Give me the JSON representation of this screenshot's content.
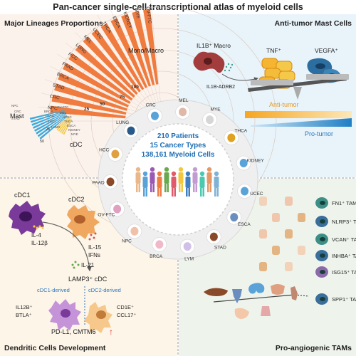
{
  "title": "Pan-cancer single-cell transcriptional atlas of myeloid cells",
  "quadrants": {
    "top_left": "Major Lineages Proportions",
    "top_right": "Anti-tumor Mast Cells",
    "bottom_left": "Dendritic Cells Development",
    "bottom_right": "Pro-angiogenic TAMs"
  },
  "center": {
    "patients": "210 Patients",
    "cancer_types": "15 Cancer Types",
    "cells": "138,161 Myeloid Cells"
  },
  "cancer_types": [
    "CRC",
    "MEL",
    "MYE",
    "THCA",
    "KIDNEY",
    "UCEC",
    "ESCA",
    "STAD",
    "LYM",
    "BRCA",
    "NPC",
    "OV-FTC",
    "PAAD",
    "HCC",
    "LUNG"
  ],
  "proportion_chart": {
    "radial_labels": [
      "OV-FTC",
      "MYE",
      "KIDNEY",
      "ESCA",
      "THCA",
      "UCEC",
      "MEL",
      "LUNG",
      "HCC",
      "PAAD",
      "BRCA",
      "STAD",
      "CRC",
      "NPC"
    ],
    "small_labels": [
      "NPC",
      "CRC",
      "STAD",
      "BRCA",
      "PAAD",
      "HCC",
      "LUNG",
      "MEL",
      "UCEC",
      "THCA",
      "ESCA",
      "KIDNEY",
      "MYE",
      "OV-FTC"
    ],
    "ticks": [
      "100",
      "75",
      "50",
      "25"
    ],
    "inner_ticks": [
      "25",
      "50"
    ],
    "lineages": [
      "Mono/Macro",
      "Mast",
      "cDC"
    ],
    "colors": {
      "mono_macro": "#f07b3f",
      "mast": "#f2c740",
      "cdc": "#3fa9dc"
    }
  },
  "mast": {
    "macro_label": "IL1B⁺ Macro",
    "axis_label": "IL1B-ADRB2",
    "tnf": "TNF⁺",
    "vegfa": "VEGFA⁺",
    "anti": "Anti-tumor",
    "pro": "Pro-tumor"
  },
  "dc": {
    "cdc1": "cDC1",
    "cdc2": "cDC2",
    "il4": "IL-4",
    "il12b": "IL-12β",
    "il15": "IL-15",
    "ifns": "IFNs",
    "il21": "IL-21",
    "lamp3": "LAMP3⁺ cDC",
    "cdc1_derived": "cDC1-derived",
    "cdc2_derived": "cDC2-derived",
    "left_markers": [
      "IL12B⁺",
      "BTLA⁺"
    ],
    "right_markers": [
      "CD1E⁺",
      "CCL17⁺"
    ],
    "bottom": "PD-L1, CMTM6",
    "up_arrow": "↑"
  },
  "tams": [
    "FN1⁺ TAM",
    "NLRP3⁺ TAM",
    "VCAN⁺ TAM",
    "INHBA⁺ TAM",
    "ISG15⁺ TAM",
    "SPP1⁺ TAM"
  ]
}
